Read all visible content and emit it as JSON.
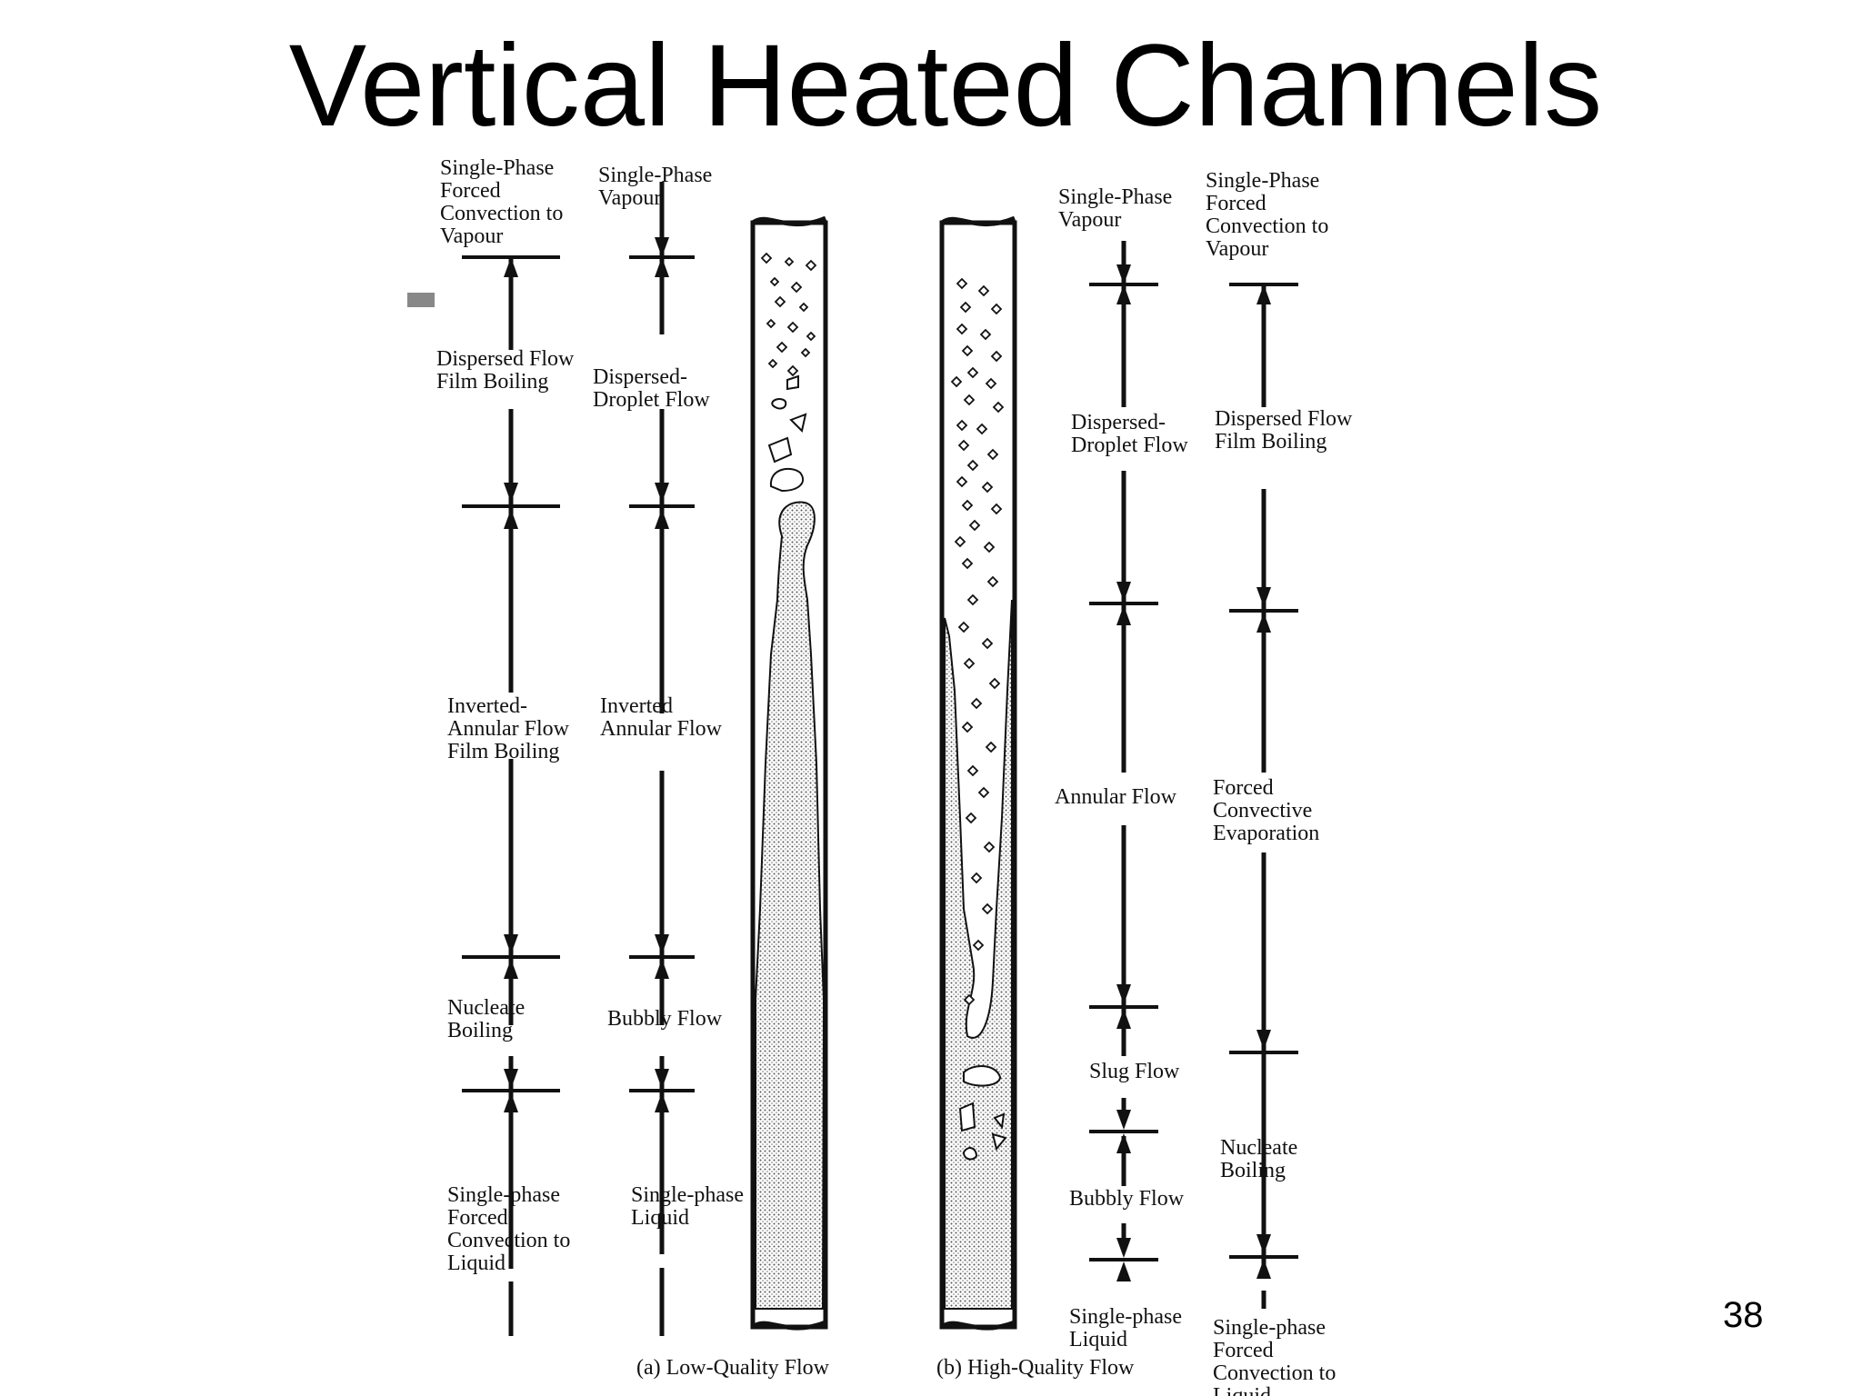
{
  "title": "Vertical Heated Channels",
  "page_number": "38",
  "colors": {
    "ink": "#111111",
    "liquid_fill": "#c9c9c9",
    "background": "#ffffff"
  },
  "captions": {
    "low": "(a) Low-Quality Flow",
    "high": "(b) High-Quality Flow"
  },
  "low_quality": {
    "heat_transfer": [
      [
        "Single-Phase",
        "Forced",
        "Convection to",
        "Vapour"
      ],
      [
        "Dispersed Flow",
        "Film Boiling"
      ],
      [
        "Inverted-",
        "Annular Flow",
        "Film Boiling"
      ],
      [
        "Nucleate",
        "Boiling"
      ],
      [
        "Single-phase",
        "Forced",
        "Convection to",
        "Liquid"
      ]
    ],
    "flow_regime": [
      [
        "Single-Phase",
        "Vapour"
      ],
      [
        "Dispersed-",
        "Droplet Flow"
      ],
      [
        "Inverted",
        "Annular Flow"
      ],
      [
        "Bubbly Flow"
      ],
      [
        "Single-phase",
        "Liquid"
      ]
    ]
  },
  "high_quality": {
    "flow_regime": [
      [
        "Single-Phase",
        "Vapour"
      ],
      [
        "Dispersed-",
        "Droplet Flow"
      ],
      [
        "Annular Flow"
      ],
      [
        "Slug Flow"
      ],
      [
        "Bubbly Flow"
      ],
      [
        "Single-phase",
        "Liquid"
      ]
    ],
    "heat_transfer": [
      [
        "Single-Phase",
        "Forced",
        "Convection to",
        "Vapour"
      ],
      [
        "Dispersed Flow",
        "Film Boiling"
      ],
      [
        "Forced",
        "Convective",
        "Evaporation"
      ],
      [
        "Nucleate",
        "Boiling"
      ],
      [
        "Single-phase",
        "Forced",
        "Convection to",
        "Liquid"
      ]
    ]
  }
}
